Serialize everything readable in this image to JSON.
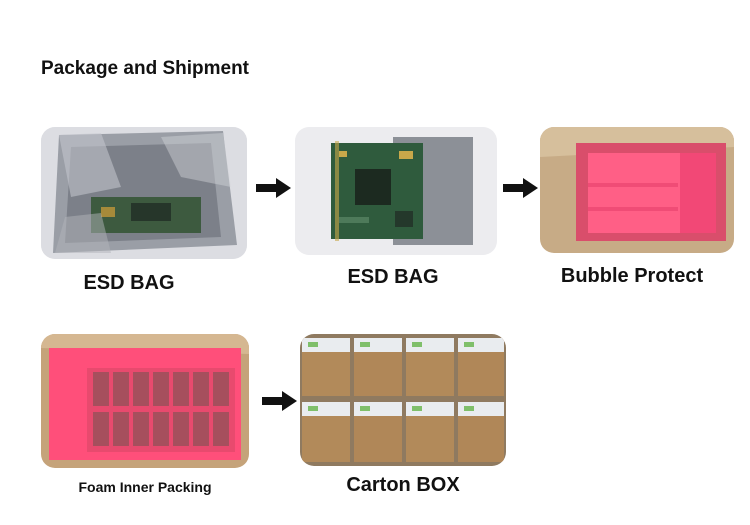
{
  "page": {
    "title": "Package and Shipment"
  },
  "steps": [
    {
      "caption": "ESD BAG",
      "image": "esd-bag-sealed-image"
    },
    {
      "caption": "ESD BAG",
      "image": "esd-bag-open-board-image"
    },
    {
      "caption": "Bubble Protect",
      "image": "bubble-protect-box-image"
    },
    {
      "caption": "Foam Inner Packing",
      "image": "foam-inner-packing-image"
    },
    {
      "caption": "Carton BOX",
      "image": "carton-box-stack-image"
    }
  ],
  "icons": {
    "arrow": "right-arrow-icon"
  },
  "colors": {
    "foam_pink": "#ff4f7a",
    "carton_brown": "#b08a5c",
    "esd_silver": "#8f949a",
    "pcb_green": "#2f5b3d"
  }
}
